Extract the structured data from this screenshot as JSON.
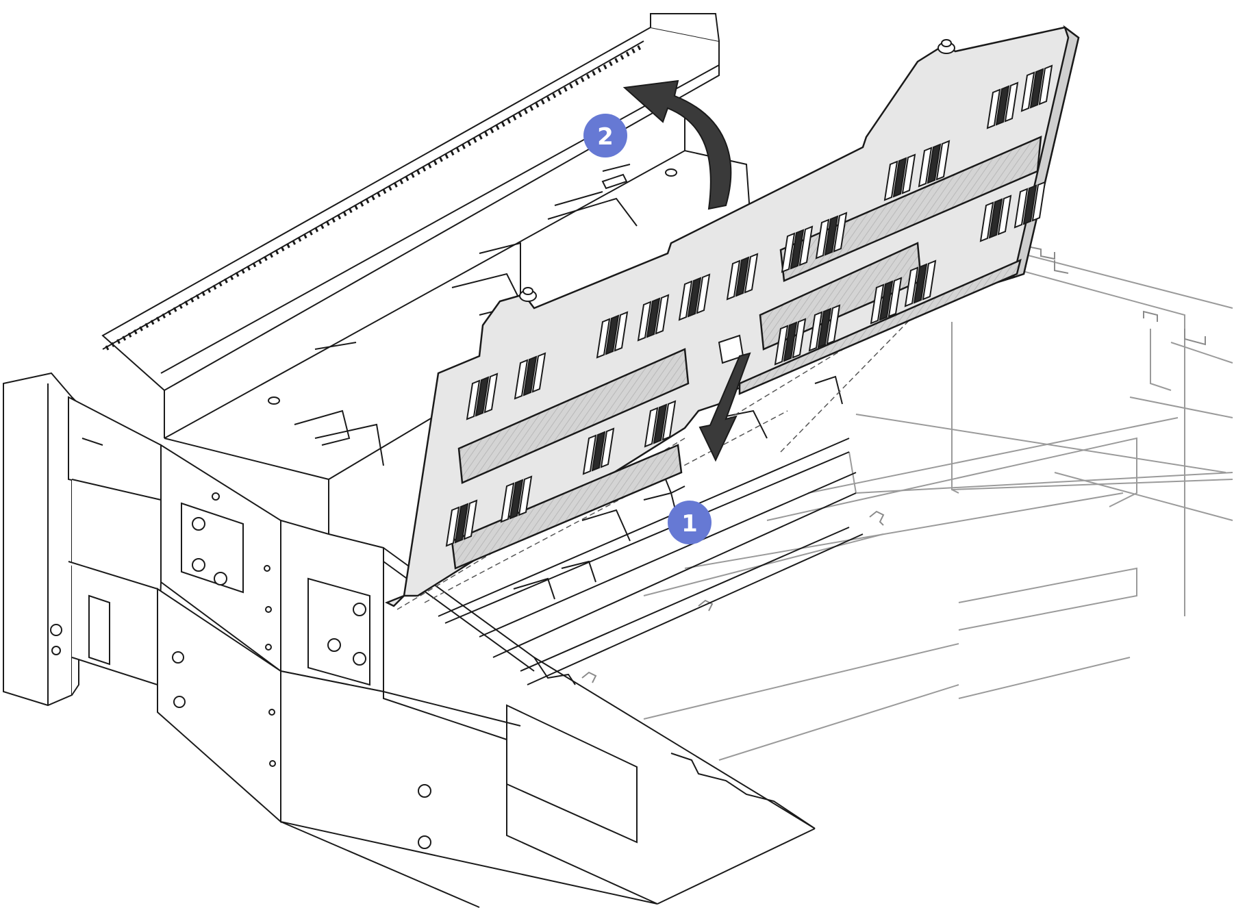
{
  "diagram": {
    "steps": [
      {
        "number": "1",
        "motion": "push-down"
      },
      {
        "number": "2",
        "motion": "rotate-up"
      }
    ],
    "colors": {
      "badge": "#6679d4",
      "line": "#1a1a1a",
      "faint_line": "#9a9a9a",
      "panel_fill": "#cfcfcf",
      "arrow_fill": "#3a3a3a",
      "hatch": "#b8b8b8"
    },
    "icons": [
      "step-badge-icon",
      "curved-arrow-icon",
      "down-arrow-icon"
    ]
  }
}
